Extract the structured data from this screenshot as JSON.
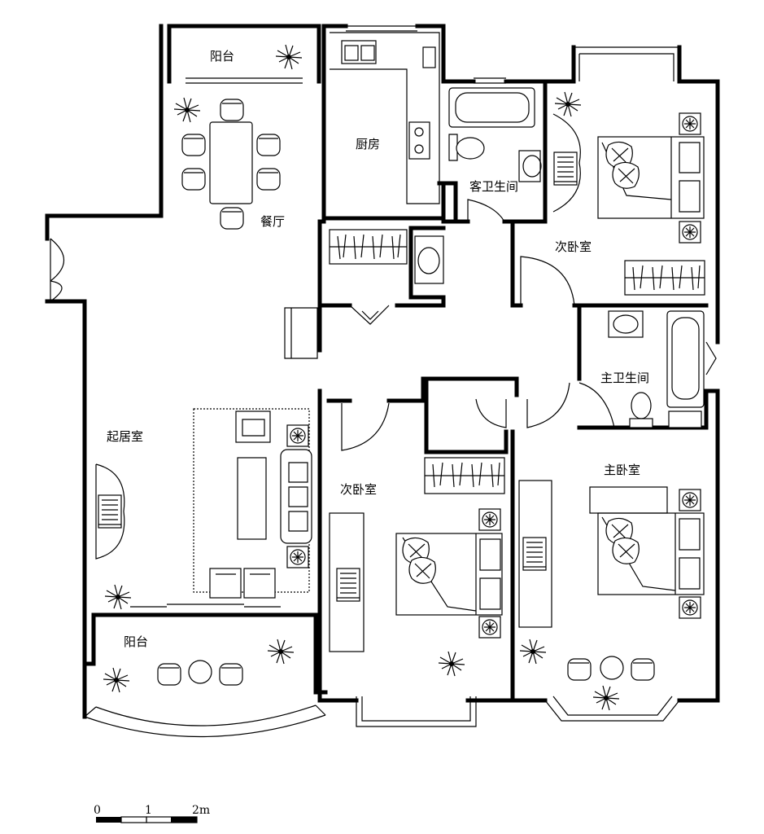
{
  "rooms": {
    "balcony_top": "阳台",
    "kitchen": "厨房",
    "dining": "餐厅",
    "guest_bath": "客卫生间",
    "second_bedroom_ne": "次卧室",
    "master_bath": "主卫生间",
    "living": "起居室",
    "second_bedroom_s": "次卧室",
    "master_bedroom": "主卧室",
    "balcony_bottom": "阳台"
  },
  "scale_bar": {
    "tick_0": "0",
    "tick_1": "1",
    "tick_2": "2m"
  }
}
